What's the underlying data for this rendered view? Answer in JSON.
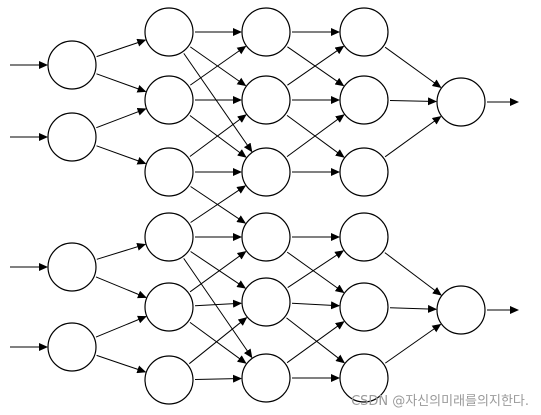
{
  "diagram": {
    "kind": "feed-forward neural network",
    "layers": [
      {
        "name": "input",
        "node_count": 4
      },
      {
        "name": "hidden-1",
        "node_count": 6
      },
      {
        "name": "hidden-2",
        "node_count": 6
      },
      {
        "name": "hidden-3",
        "node_count": 6
      },
      {
        "name": "output",
        "node_count": 2
      }
    ],
    "external_inputs": 4,
    "external_outputs": 2
  },
  "watermark": "CSDN @자신의미래를의지한다."
}
